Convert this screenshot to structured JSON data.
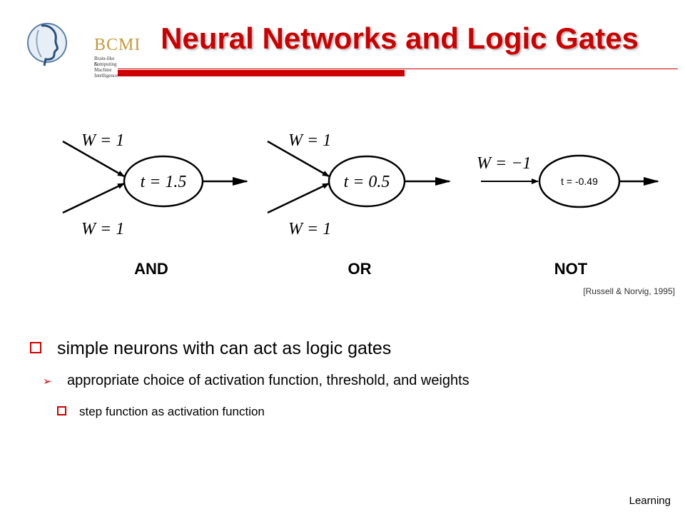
{
  "logo": {
    "name": "BCMI",
    "subtitle_lines": [
      "Brain-like Computing",
      "&",
      "Machine Intelligence"
    ]
  },
  "title": "Neural Networks and Logic Gates",
  "gates": [
    {
      "top_weight": "W = 1",
      "bottom_weight": "W = 1",
      "threshold": "t = 1.5",
      "label": "AND"
    },
    {
      "top_weight": "W = 1",
      "bottom_weight": "W = 1",
      "threshold": "t = 0.5",
      "label": "OR"
    },
    {
      "top_weight": "W = −1",
      "threshold": "t = -0.49",
      "label": "NOT"
    }
  ],
  "citation": "[Russell & Norvig, 1995]",
  "bullets": {
    "level1": "simple neurons with can act as logic gates",
    "level2": "appropriate choice of activation function, threshold, and weights",
    "level3": "step function as activation function"
  },
  "footer": "Learning",
  "colors": {
    "accent": "#cc0000",
    "logo_gold": "#c49a3a"
  }
}
